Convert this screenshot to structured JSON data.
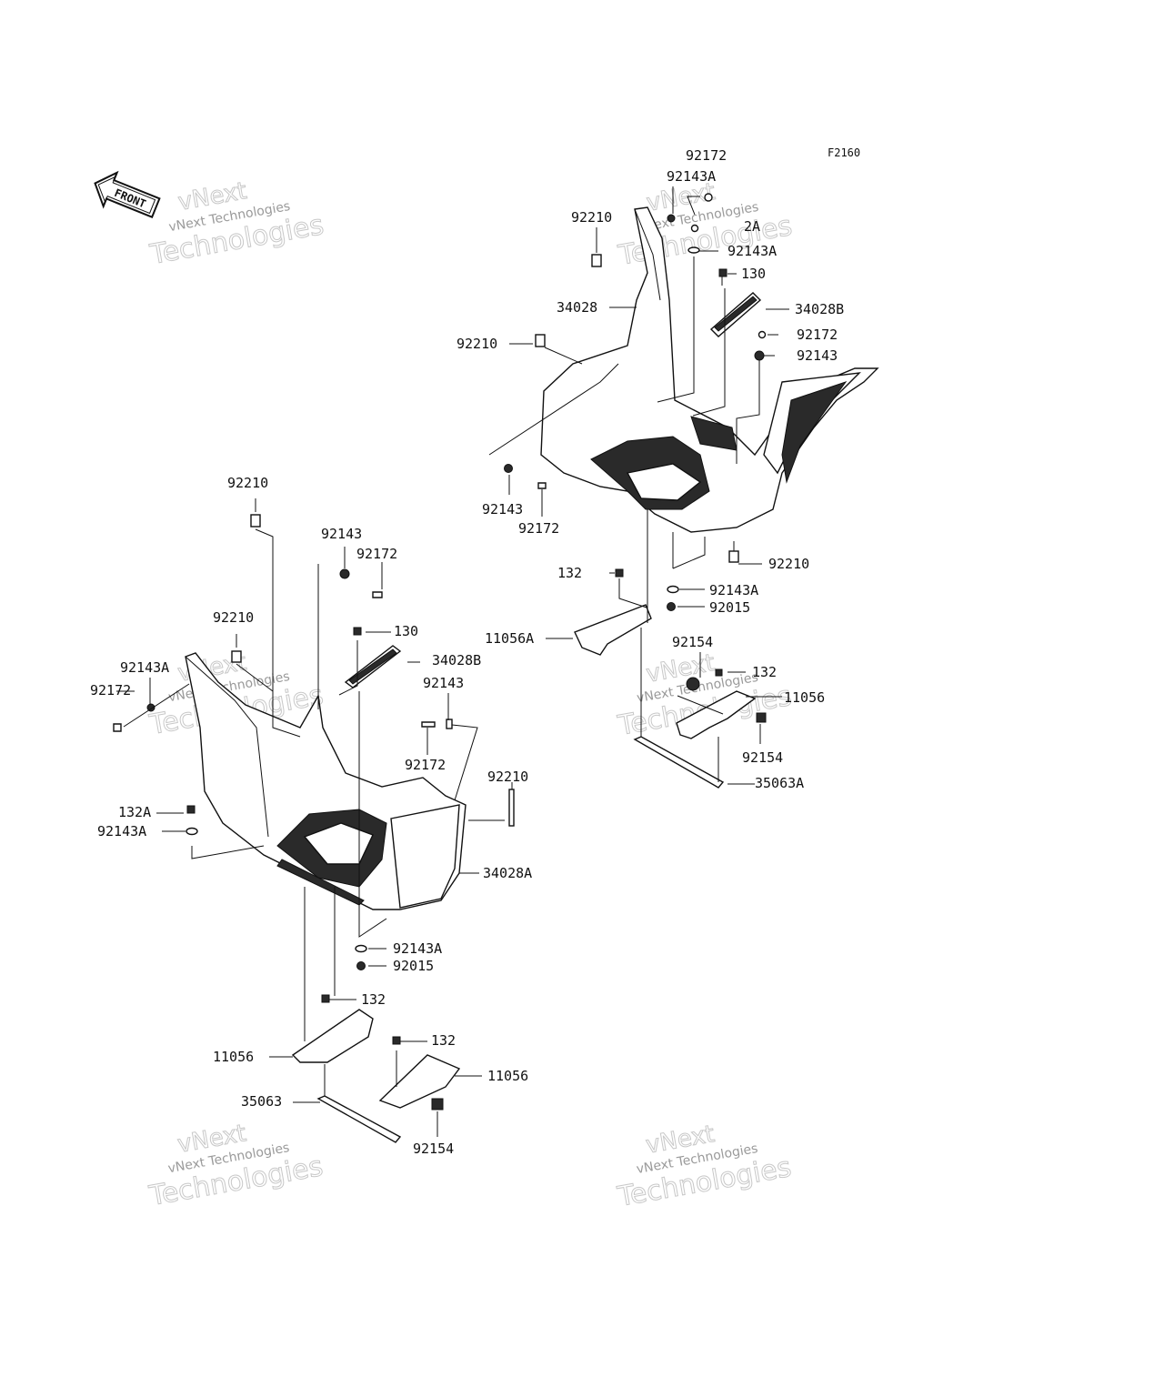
{
  "figure_code": "F2160",
  "front_arrow": {
    "label": "FRONT",
    "icon": "front-arrow-icon"
  },
  "watermark": {
    "line1": "vNext",
    "line2": "vNext Technologies",
    "line3": "Technologies"
  },
  "labels": {
    "r_92172_top": "92172",
    "r_92143A_top": "92143A",
    "r_92210_top": "92210",
    "r_92143A_2": "92143A",
    "r_130": "130",
    "r_34028": "34028",
    "r_34028B": "34028B",
    "r_92210_mid": "92210",
    "r_92172_2": "92172",
    "r_92143_2": "92143",
    "r_92143_left": "92143",
    "r_92172_left": "92172",
    "r_92210_low": "92210",
    "r_132": "132",
    "r_92143A_low": "92143A",
    "r_92015": "92015",
    "r_11056A": "11056A",
    "r_92154_a": "92154",
    "r_132_b": "132",
    "r_11056": "11056",
    "r_92154_b": "92154",
    "r_35063A": "35063A",
    "r_2A_overlap": "2A",
    "l_92210_top": "92210",
    "l_92143": "92143",
    "l_92172": "92172",
    "l_92210_mid": "92210",
    "l_130": "130",
    "l_34028B": "34028B",
    "l_92143A": "92143A",
    "l_92172_left": "92172",
    "l_92143_mid": "92143",
    "l_92172_mid": "92172",
    "l_92210_right": "92210",
    "l_132A": "132A",
    "l_92143A_2": "92143A",
    "l_34028A": "34028A",
    "l_92143A_low": "92143A",
    "l_92015": "92015",
    "l_132": "132",
    "l_132_b": "132",
    "l_11056": "11056",
    "l_11056_b": "11056",
    "l_35063": "35063",
    "l_92154": "92154"
  }
}
